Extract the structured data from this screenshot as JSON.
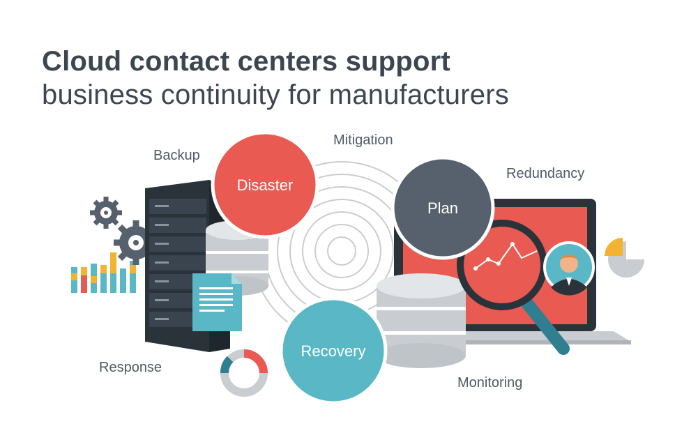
{
  "title": {
    "line1": "Cloud contact centers support",
    "line2": "business continuity for manufacturers"
  },
  "labels": {
    "backup": "Backup",
    "mitigation": "Mitigation",
    "redundancy": "Redundancy",
    "response": "Response",
    "monitoring": "Monitoring"
  },
  "circles": {
    "disaster": "Disaster",
    "plan": "Plan",
    "recovery": "Recovery"
  },
  "colors": {
    "disaster": "#e85a52",
    "plan": "#56616d",
    "recovery": "#5ab8c6",
    "title": "#3b4651",
    "server": "#2f3740",
    "laptop_screen": "#e85a52",
    "accent_yellow": "#f2b333"
  }
}
